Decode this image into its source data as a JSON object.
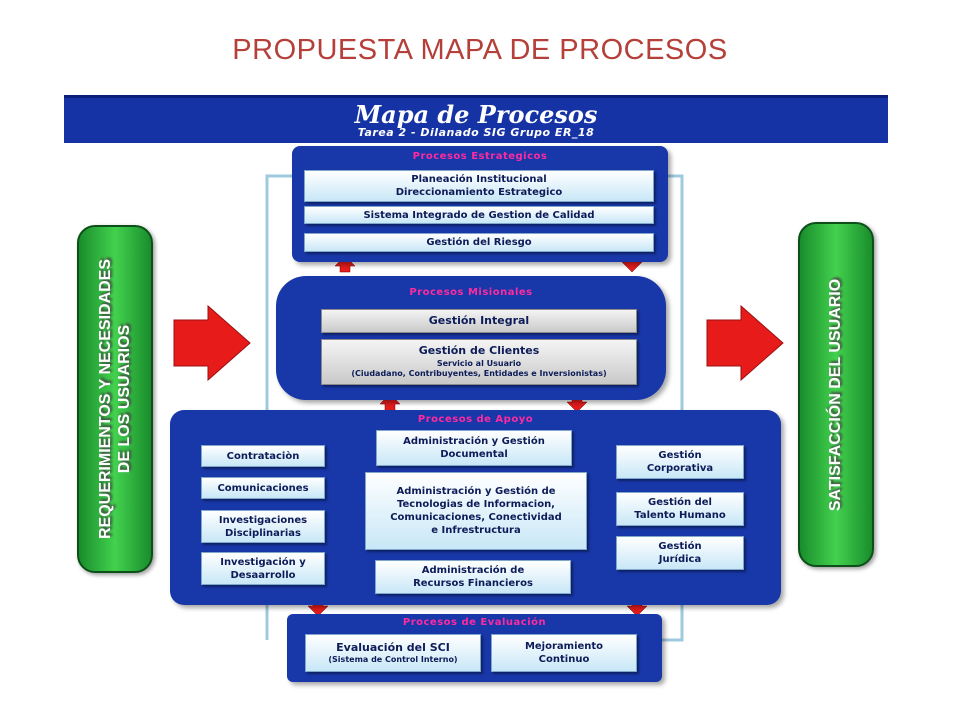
{
  "slide_title": "PROPUESTA MAPA DE PROCESOS",
  "banner": {
    "title": "Mapa de Procesos",
    "subtitle": "Tarea 2 - Dilanado SIG Grupo ER_18"
  },
  "left_bar": {
    "lines": [
      "REQUERIMIENTOS Y NECESIDADES",
      "DE LOS USUARIOS"
    ]
  },
  "right_bar": {
    "text": "SATISFACCIÓN DEL USUARIO"
  },
  "estrategicos": {
    "title": "Procesos Estrategicos",
    "boxes": [
      {
        "lines": [
          "Planeación Institucional",
          "Direccionamiento Estrategico"
        ]
      },
      {
        "lines": [
          "Sistema Integrado de Gestion de Calidad"
        ]
      },
      {
        "lines": [
          "Gestión del Riesgo"
        ]
      }
    ]
  },
  "misionales": {
    "title": "Procesos Misionales",
    "integral": "Gestión Integral",
    "clientes": {
      "title": "Gestión de Clientes",
      "sub1": "Servicio al Usuario",
      "sub2": "(Ciudadano, Contribuyentes, Entidades e Inversionistas)"
    }
  },
  "apoyo": {
    "title": "Procesos de Apoyo",
    "left": [
      {
        "lines": [
          "Contrataciòn"
        ]
      },
      {
        "lines": [
          "Comunicaciones"
        ]
      },
      {
        "lines": [
          "Investigaciones",
          "Disciplinarias"
        ]
      },
      {
        "lines": [
          "Investigación y",
          "Desaarrollo"
        ]
      }
    ],
    "center": [
      {
        "lines": [
          "Administración y Gestión",
          "Documental"
        ]
      },
      {
        "lines": [
          "Administración y Gestión de",
          "Tecnologias de Informacion,",
          "Comunicaciones, Conectividad",
          "e Infrestructura"
        ]
      },
      {
        "lines": [
          "Administración de",
          "Recursos Financieros"
        ]
      }
    ],
    "right": [
      {
        "lines": [
          "Gestión",
          "Corporativa"
        ]
      },
      {
        "lines": [
          "Gestión del",
          "Talento Humano"
        ]
      },
      {
        "lines": [
          "Gestión",
          "Jurídica"
        ]
      }
    ]
  },
  "evaluacion": {
    "title": "Procesos de Evaluación",
    "sci_title": "Evaluación del SCI",
    "sci_sub": "(Sistema de Control Interno)",
    "mejora": [
      "Mejoramiento",
      "Continuo"
    ]
  }
}
